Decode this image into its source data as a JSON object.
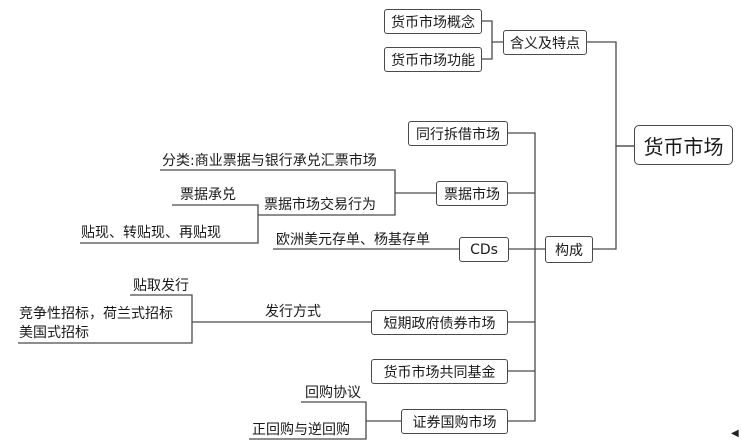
{
  "root": "货币市场",
  "branches": {
    "meaning": "含义及特点",
    "composition": "构成"
  },
  "meaning_items": [
    "货币市场概念",
    "货币市场功能"
  ],
  "composition_items": {
    "interbank": "同行拆借市场",
    "bill": "票据市场",
    "cds": "CDs",
    "short_gov": "短期政府债券市场",
    "mmf": "货币市场共同基金",
    "repo": "证券国购市场"
  },
  "bill_details": {
    "category": "分类:商业票据与银行承兑汇票市场",
    "trading": "票据市场交易行为",
    "acceptance": "票据承兑",
    "discount": "贴现、转贴现、再贴现"
  },
  "cds_detail": "欧洲美元存单、杨基存单",
  "gov_details": {
    "method": "发行方式",
    "discount_issue": "贴取发行",
    "auction_line1": "竞争性招标，荷兰式招标",
    "auction_line2": "美国式招标"
  },
  "repo_details": {
    "repo_agreement": "回购协议",
    "forward_reverse": "正回购与逆回购"
  },
  "icons": {
    "scroll_marker": "triangle-left-icon"
  }
}
